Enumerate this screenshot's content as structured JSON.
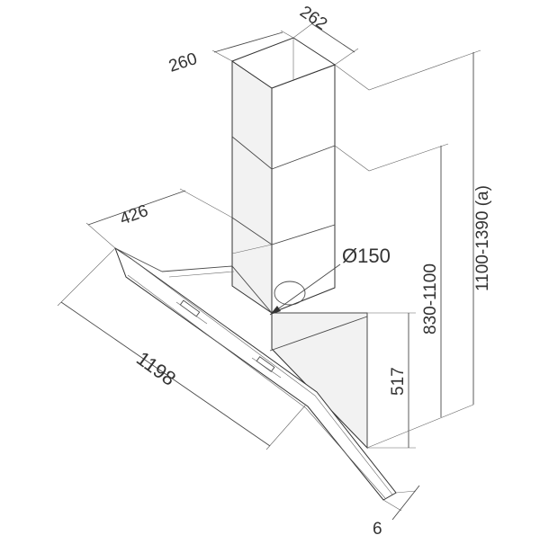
{
  "dimensions": {
    "chimney_width": "262",
    "chimney_depth": "260",
    "hood_depth": "426",
    "duct_diameter": "Ø150",
    "glass_length": "1198",
    "canopy_height": "517",
    "chimney_range": "830-1100",
    "total_height": "1100-1390 (a)",
    "glass_thickness": "6"
  },
  "colors": {
    "line": "#333333",
    "shade": "#f2f2f2"
  }
}
